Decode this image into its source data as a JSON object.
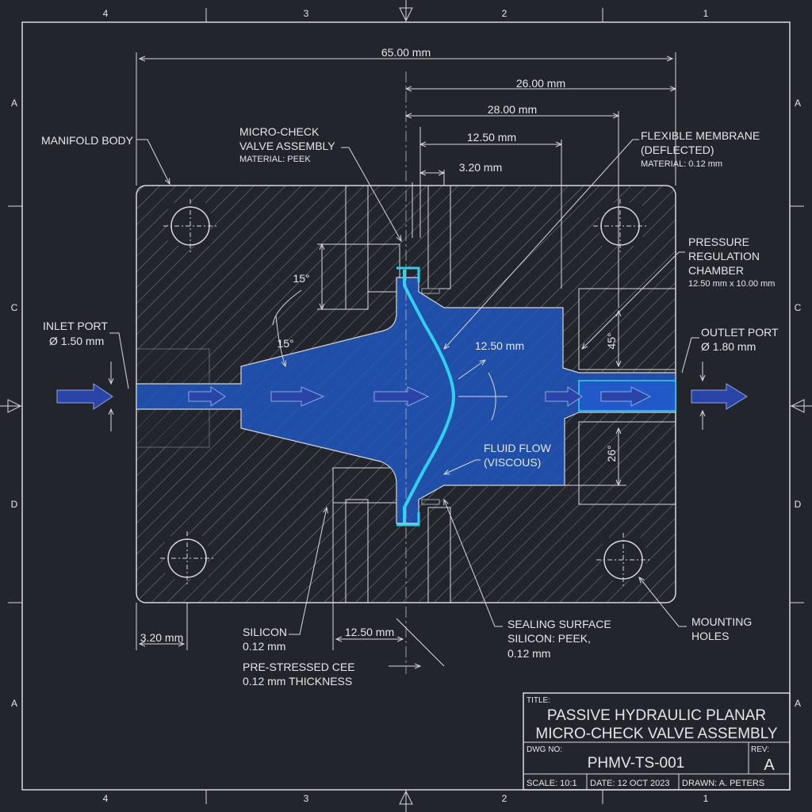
{
  "colors": {
    "background": "#22262c",
    "line": "#d8d8d8",
    "fluid": "#1f4fa8",
    "membrane": "#2fd0f0",
    "arrow": "#2a45a8"
  },
  "border": {
    "top_zones": [
      "4",
      "3",
      "2",
      "1"
    ],
    "bottom_zones": [
      "4",
      "3",
      "2",
      "1"
    ],
    "left_zones": [
      "A",
      "C",
      "D",
      "A"
    ],
    "right_zones": [
      "A",
      "C",
      "D",
      "A"
    ]
  },
  "dimensions": {
    "overall_width": "65.00 mm",
    "dim_26": "26.00 mm",
    "dim_28": "28.00 mm",
    "dim_1250_top": "12.50 mm",
    "dim_320_top": "3.20 mm",
    "angle_upper": "15°",
    "angle_lower": "15°",
    "chamber_dim": "12.50 mm",
    "angle_45": "45°",
    "angle_26": "26°",
    "dim_320_bottom": "3.20 mm",
    "dim_1250_bottom": "12.50 mm"
  },
  "labels": {
    "manifold_body": "MANIFOLD BODY",
    "valve_line1": "MICRO-CHECK",
    "valve_line2": "VALVE ASSEMBLY",
    "valve_material": "MATERIAL: PEEK",
    "membrane_line1": "FLEXIBLE MEMBRANE",
    "membrane_line2": "(DEFLECTED)",
    "membrane_material": "MATERIAL: 0.12 mm",
    "chamber_line1": "PRESSURE",
    "chamber_line2": "REGULATION",
    "chamber_line3": "CHAMBER",
    "chamber_size": "12.50 mm x 10.00 mm",
    "inlet_line1": "INLET PORT",
    "inlet_line2": "Ø 1.50 mm",
    "outlet_line1": "OUTLET PORT",
    "outlet_line2": "Ø 1.80 mm",
    "fluid_line1": "FLUID FLOW",
    "fluid_line2": "(VISCOUS)",
    "silicon_line1": "SILICON",
    "silicon_line2": "0.12 mm",
    "prestressed_line1": "PRE-STRESSED CEE",
    "prestressed_line2": "0.12 mm THICKNESS",
    "sealing_line1": "SEALING SURFACE",
    "sealing_line2": "SILICON: PEEK,",
    "sealing_line3": "0.12 mm",
    "mounting_line1": "MOUNTING",
    "mounting_line2": "HOLES"
  },
  "title_block": {
    "title_label": "TITLE:",
    "title_line1": "PASSIVE HYDRAULIC PLANAR",
    "title_line2": "MICRO-CHECK VALVE ASSEMBLY",
    "dwg_label": "DWG NO:",
    "dwg_no": "PHMV-TS-001",
    "rev_label": "REV:",
    "rev": "A",
    "scale": "SCALE: 10:1",
    "date": "DATE: 12 OCT 2023",
    "drawn": "DRAWN: A. PETERS"
  }
}
